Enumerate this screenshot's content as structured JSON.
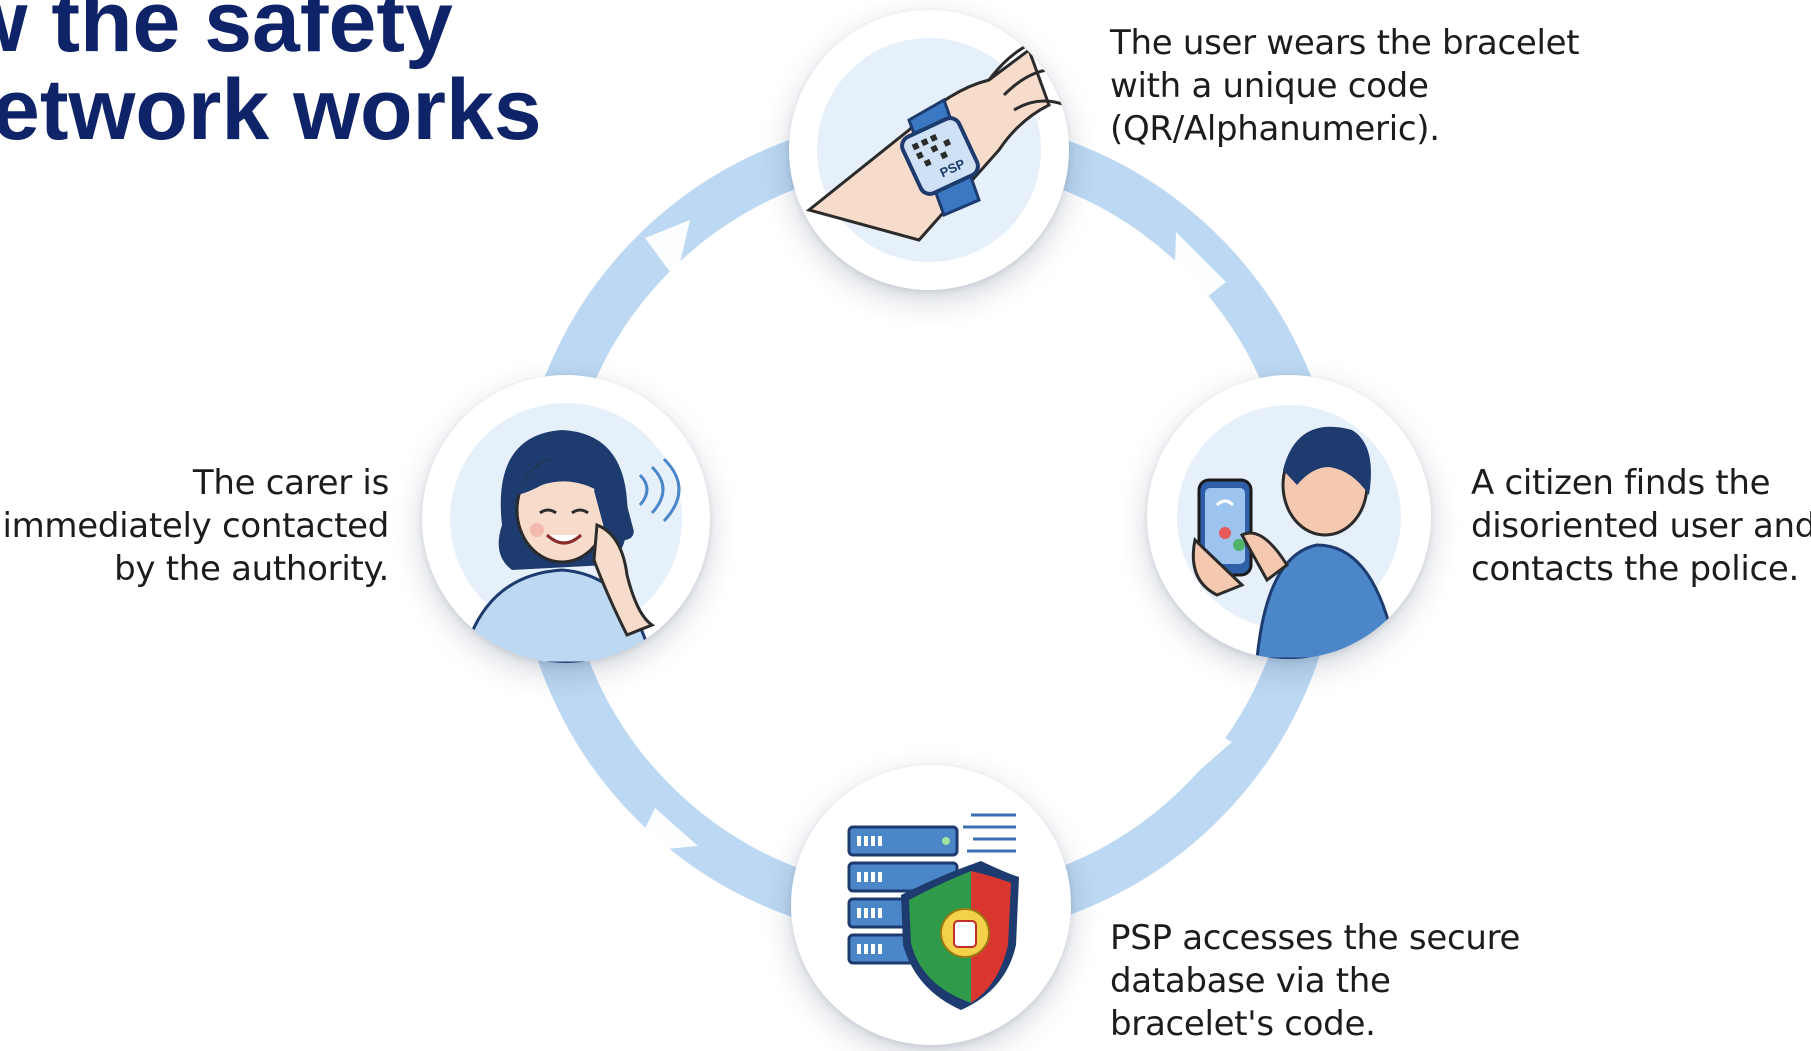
{
  "title": {
    "line1": "ow the safety",
    "line2": "etwork works"
  },
  "steps": [
    {
      "name": "bracelet",
      "lines": [
        "The user wears the bracelet",
        "with a unique code",
        "(QR/Alphanumeric)."
      ]
    },
    {
      "name": "citizen",
      "lines": [
        "A citizen finds the",
        "disoriented user and",
        "contacts the police."
      ]
    },
    {
      "name": "psp",
      "lines": [
        "PSP accesses the secure",
        "database via the",
        "bracelet's code."
      ]
    },
    {
      "name": "carer",
      "lines": [
        "The carer is",
        "immediately contacted",
        "by the authority."
      ]
    }
  ],
  "bracelet_label": "PSP",
  "colors": {
    "title": "#0e2368",
    "ring": "#bcd8f2",
    "icon_blue": "#4a86c8",
    "navy": "#1d3b6e"
  }
}
